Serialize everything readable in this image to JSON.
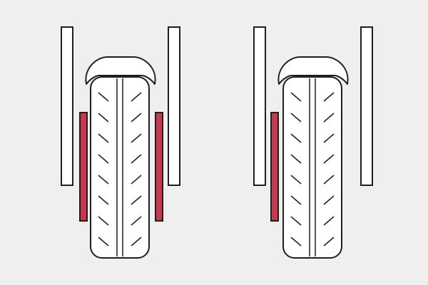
{
  "colors": {
    "background": "#efefef",
    "stroke": "#1e1e1e",
    "fill": "#ffffff",
    "brake_pad": "#c8374b"
  },
  "figures": [
    {
      "name": "dual-disc-brake-wheel",
      "brake_pads": [
        "left",
        "right"
      ]
    },
    {
      "name": "single-disc-brake-wheel",
      "brake_pads": [
        "left"
      ]
    }
  ]
}
